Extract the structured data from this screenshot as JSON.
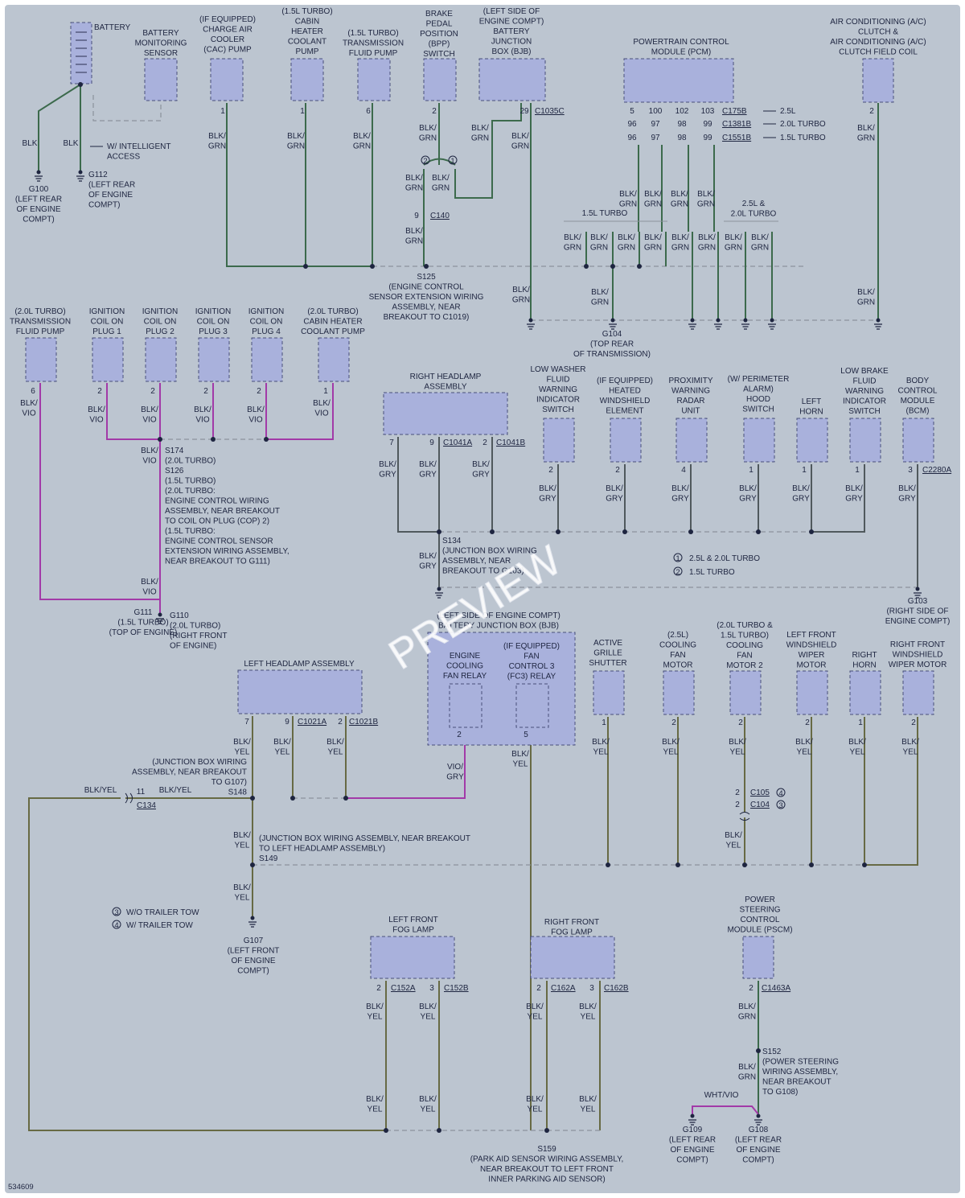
{
  "doc_id": "534609",
  "watermark": "PREVIEW",
  "legend": {
    "n1": "1",
    "t1": "2.5L & 2.0L TURBO",
    "n2": "2",
    "t2": "1.5L TURBO",
    "n3": "3",
    "t3": "W/O TRAILER TOW",
    "n4": "4",
    "t4": "W/ TRAILER TOW"
  },
  "wires": {
    "blk": "BLK",
    "blk_grn": [
      "BLK/",
      "GRN"
    ],
    "blk_vio": [
      "BLK/",
      "VIO"
    ],
    "blk_gry": [
      "BLK/",
      "GRY"
    ],
    "blk_yel": [
      "BLK/",
      "YEL"
    ],
    "vio_gry": [
      "VIO/",
      "GRY"
    ],
    "wht_vio": "WHT/VIO",
    "blk_yel_inline": "BLK/YEL",
    "w_intelligent": [
      "W/ INTELLIGENT",
      "ACCESS"
    ]
  },
  "top": {
    "battery": "BATTERY",
    "bms": [
      "BATTERY",
      "MONITORING",
      "SENSOR"
    ],
    "cac": [
      "(IF EQUIPPED)",
      "CHARGE AIR",
      "COOLER",
      "(CAC) PUMP"
    ],
    "cabin15": [
      "(1.5L TURBO)",
      "CABIN",
      "HEATER",
      "COOLANT",
      "PUMP"
    ],
    "trans15": [
      "(1.5L TURBO)",
      "TRANSMISSION",
      "FLUID PUMP"
    ],
    "bpp": [
      "BRAKE",
      "PEDAL",
      "POSITION",
      "(BPP)",
      "SWITCH"
    ],
    "bjb": [
      "(LEFT SIDE OF",
      "ENGINE COMPT)",
      "BATTERY",
      "JUNCTION",
      "BOX (BJB)"
    ],
    "pcm": [
      "POWERTRAIN CONTROL",
      "MODULE (PCM)"
    ],
    "ac": [
      "AIR CONDITIONING (A/C)",
      "CLUTCH &",
      "AIR CONDITIONING (A/C)",
      "CLUTCH FIELD COIL"
    ],
    "pins": {
      "cac": "1",
      "cabin": "1",
      "trans": "6",
      "bpp": "2",
      "bjb": "29",
      "ac": "2",
      "c140": "9",
      "bpp1": "1",
      "bpp2": "2"
    },
    "c1035c": "C1035C",
    "c140": "C140",
    "pcm_rows": [
      {
        "pins": [
          "5",
          "100",
          "102",
          "103"
        ],
        "conn": "C175B",
        "eng": "2.5L"
      },
      {
        "pins": [
          "96",
          "97",
          "98",
          "99"
        ],
        "conn": "C1381B",
        "eng": "2.0L TURBO"
      },
      {
        "pins": [
          "96",
          "97",
          "98",
          "99"
        ],
        "conn": "C1551B",
        "eng": "1.5L TURBO"
      }
    ],
    "grp15": "1.5L TURBO",
    "grp25": [
      "2.5L &",
      "2.0L TURBO"
    ],
    "g100": [
      "G100",
      "(LEFT REAR",
      "OF ENGINE",
      "COMPT)"
    ],
    "g112": [
      "G112",
      "(LEFT REAR",
      "OF ENGINE",
      "COMPT)"
    ],
    "s125": [
      "S125",
      "(ENGINE CONTROL",
      "SENSOR EXTENSION WIRING",
      "ASSEMBLY, NEAR",
      "BREAKOUT TO C1019)"
    ],
    "g104": [
      "G104",
      "(TOP REAR",
      "OF TRANSMISSION)"
    ]
  },
  "mid": {
    "trans20": [
      "(2.0L TURBO)",
      "TRANSMISSION",
      "FLUID PUMP"
    ],
    "cop1": [
      "IGNITION",
      "COIL ON",
      "PLUG 1"
    ],
    "cop2": [
      "IGNITION",
      "COIL ON",
      "PLUG 2"
    ],
    "cop3": [
      "IGNITION",
      "COIL ON",
      "PLUG 3"
    ],
    "cop4": [
      "IGNITION",
      "COIL ON",
      "PLUG 4"
    ],
    "cabin20": [
      "(2.0L TURBO)",
      "CABIN HEATER",
      "COOLANT PUMP"
    ],
    "pins": {
      "trans": "6",
      "cop1": "2",
      "cop2": "2",
      "cop3": "2",
      "cop4": "2",
      "cabin": "1"
    },
    "s174": [
      "S174",
      "(2.0L TURBO)",
      "S126",
      "(1.5L TURBO)",
      "(2.0L TURBO:",
      "ENGINE CONTROL WIRING",
      "ASSEMBLY, NEAR BREAKOUT",
      "TO COIL ON PLUG (COP) 2)",
      "(1.5L TURBO:",
      "ENGINE CONTROL SENSOR",
      "EXTENSION WIRING ASSEMBLY,",
      "NEAR BREAKOUT TO G111)"
    ],
    "g111": [
      "G111",
      "(1.5L TURBO)",
      "(TOP OF ENGINE)"
    ],
    "g110": [
      "G110",
      "(2.0L TURBO)",
      "(RIGHT FRONT",
      "OF ENGINE)"
    ],
    "rhl": [
      "RIGHT HEADLAMP",
      "ASSEMBLY"
    ],
    "rhl_pins": [
      "7",
      "9",
      "2"
    ],
    "c1041a": "C1041A",
    "c1041b": "C1041B",
    "lwf": [
      "LOW WASHER",
      "FLUID",
      "WARNING",
      "INDICATOR",
      "SWITCH"
    ],
    "hws": [
      "(IF EQUIPPED)",
      "HEATED",
      "WINDSHIELD",
      "ELEMENT"
    ],
    "prox": [
      "PROXIMITY",
      "WARNING",
      "RADAR",
      "UNIT"
    ],
    "hood": [
      "(W/ PERIMETER",
      "ALARM)",
      "HOOD",
      "SWITCH"
    ],
    "lhorn": [
      "LEFT",
      "HORN"
    ],
    "lbf": [
      "LOW BRAKE",
      "FLUID",
      "WARNING",
      "INDICATOR",
      "SWITCH"
    ],
    "bcm": [
      "BODY",
      "CONTROL",
      "MODULE",
      "(BCM)"
    ],
    "row_pins": [
      "2",
      "2",
      "4",
      "1",
      "1",
      "1",
      "3"
    ],
    "c2280a": "C2280A",
    "s134": [
      "S134",
      "(JUNCTION BOX WIRING",
      "ASSEMBLY, NEAR",
      "BREAKOUT TO G103)"
    ],
    "g103": [
      "G103",
      "(RIGHT SIDE OF",
      "ENGINE COMPT)"
    ]
  },
  "low": {
    "lhl": "LEFT HEADLAMP ASSEMBLY",
    "lhl_pins": [
      "7",
      "9",
      "2"
    ],
    "c1021a": "C1021A",
    "c1021b": "C1021B",
    "bjb2": [
      "(LEFT SIDE OF ENGINE COMPT)",
      "BATTERY JUNCTION BOX (BJB)"
    ],
    "fan_relay": [
      "ENGINE",
      "COOLING",
      "FAN RELAY"
    ],
    "fc3": [
      "(IF EQUIPPED)",
      "FAN",
      "CONTROL 3",
      "(FC3) RELAY"
    ],
    "relay_pins": [
      "2",
      "5"
    ],
    "shutter": [
      "ACTIVE",
      "GRILLE",
      "SHUTTER"
    ],
    "fan25": [
      "(2.5L)",
      "COOLING",
      "FAN",
      "MOTOR"
    ],
    "fan2": [
      "(2.0L TURBO &",
      "1.5L TURBO)",
      "COOLING",
      "FAN",
      "MOTOR 2"
    ],
    "lwiper": [
      "LEFT FRONT",
      "WINDSHIELD",
      "WIPER",
      "MOTOR"
    ],
    "rhorn": [
      "RIGHT",
      "HORN"
    ],
    "rwiper": [
      "RIGHT FRONT",
      "WINDSHIELD",
      "WIPER MOTOR"
    ],
    "row_pins": [
      "1",
      "2",
      "2",
      "2",
      "1",
      "2"
    ],
    "c105": "C105",
    "c104": "C104",
    "c105_pin": "2",
    "c104_pin": "2",
    "c134": "C134",
    "c134_pin": "11",
    "s148": [
      "(JUNCTION BOX WIRING",
      "ASSEMBLY, NEAR BREAKOUT",
      "TO G107)",
      "S148"
    ],
    "s149": [
      "(JUNCTION BOX WIRING ASSEMBLY, NEAR BREAKOUT",
      "TO LEFT HEADLAMP ASSEMBLY)",
      "S149"
    ],
    "g107": [
      "G107",
      "(LEFT FRONT",
      "OF ENGINE",
      "COMPT)"
    ],
    "lfog": [
      "LEFT FRONT",
      "FOG LAMP"
    ],
    "rfog": [
      "RIGHT FRONT",
      "FOG LAMP"
    ],
    "lfog_pins": [
      "2",
      "3"
    ],
    "rfog_pins": [
      "2",
      "3"
    ],
    "c152a": "C152A",
    "c152b": "C152B",
    "c162a": "C162A",
    "c162b": "C162B",
    "s159": [
      "S159",
      "(PARK AID SENSOR WIRING ASSEMBLY,",
      "NEAR BREAKOUT TO LEFT FRONT",
      "INNER PARKING AID SENSOR)"
    ],
    "pscm": [
      "POWER",
      "STEERING",
      "CONTROL",
      "MODULE (PSCM)"
    ],
    "pscm_pin": "2",
    "c1463a": "C1463A",
    "s152": [
      "S152",
      "(POWER STEERING",
      "WIRING ASSEMBLY,",
      "NEAR BREAKOUT",
      "TO G108)"
    ],
    "g109": [
      "G109",
      "(LEFT REAR",
      "OF ENGINE",
      "COMPT)"
    ],
    "g108": [
      "G108",
      "(LEFT REAR",
      "OF ENGINE",
      "COMPT)"
    ]
  },
  "colors": {
    "paper": "#bcc5d0",
    "frame": "#ffffff",
    "component": "#a9b1dc",
    "wire_grn": "#3c6a4c",
    "wire_vio": "#a23aa8",
    "wire_yel": "#676a44",
    "wire_gry": "#50595d"
  }
}
